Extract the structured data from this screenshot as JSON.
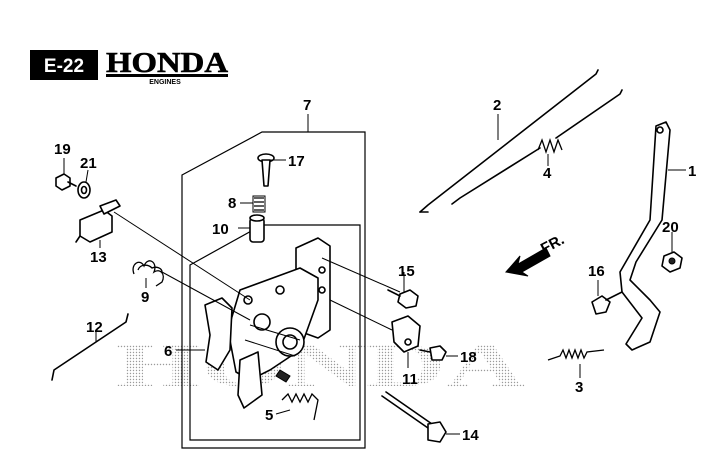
{
  "header": {
    "section_code": "E-22",
    "brand": "HONDA",
    "sub_brand": "ENGINES"
  },
  "watermark": "HONDA",
  "direction_label": "FR.",
  "callouts": [
    "1",
    "2",
    "3",
    "4",
    "5",
    "6",
    "7",
    "8",
    "9",
    "10",
    "11",
    "12",
    "13",
    "14",
    "15",
    "16",
    "17",
    "18",
    "19",
    "20",
    "21"
  ],
  "colors": {
    "ink": "#000000",
    "watermark_dots": "#9a9a9a",
    "badge_bg": "#000000",
    "badge_text": "#ffffff"
  }
}
